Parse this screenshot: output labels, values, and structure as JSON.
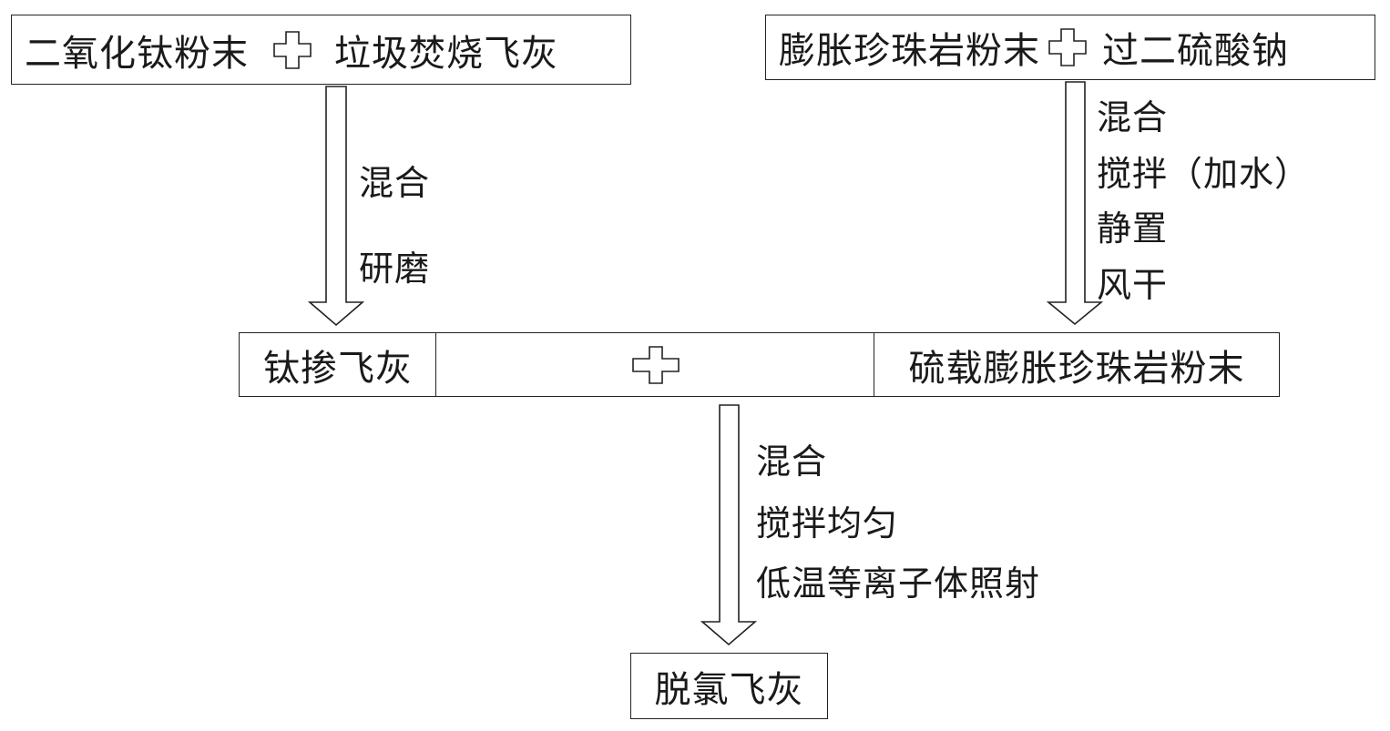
{
  "top_left": {
    "left_text": "二氧化钛粉末",
    "right_text": "垃圾焚烧飞灰"
  },
  "top_right": {
    "left_text": "膨胀珍珠岩粉末",
    "right_text": "过二硫酸钠"
  },
  "left_steps": [
    "混合",
    "研磨"
  ],
  "right_steps": [
    "混合",
    "搅拌（加水）",
    "静置",
    "风干"
  ],
  "middle": {
    "left_text": "钛掺飞灰",
    "right_text": "硫载膨胀珍珠岩粉末"
  },
  "bottom_steps": [
    "混合",
    "搅拌均匀",
    "低温等离子体照射"
  ],
  "final": {
    "text": "脱氯飞灰"
  }
}
